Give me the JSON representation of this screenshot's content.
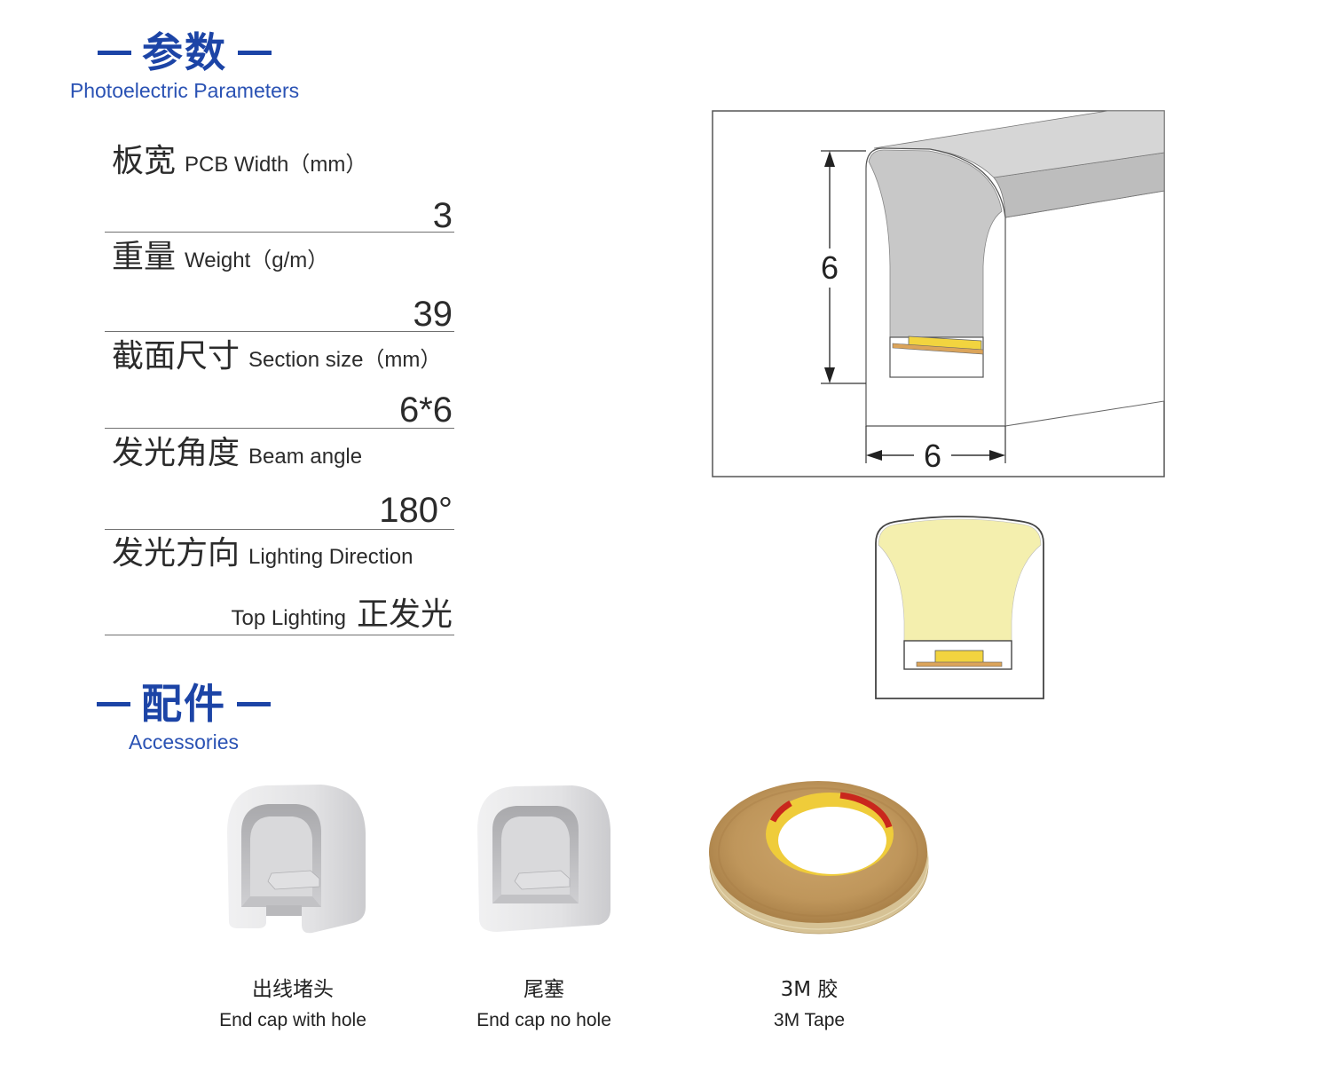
{
  "params_section": {
    "title_cn": "参数",
    "title_en": "Photoelectric Parameters",
    "rows": [
      {
        "label_cn": "板宽",
        "label_en": "PCB Width（mm）",
        "value": "3"
      },
      {
        "label_cn": "重量",
        "label_en": "Weight（g/m）",
        "value": "39"
      },
      {
        "label_cn": "截面尺寸",
        "label_en": "Section size（mm）",
        "value": "6*6"
      },
      {
        "label_cn": "发光角度",
        "label_en": "Beam angle",
        "value": "180°"
      },
      {
        "label_cn": "发光方向",
        "label_en": "Lighting Direction",
        "value_en": "Top Lighting",
        "value_cn": "正发光"
      }
    ]
  },
  "profile_drawing": {
    "height_label": "6",
    "width_label": "6"
  },
  "accessories_section": {
    "title_cn": "配件",
    "title_en": "Accessories",
    "items": [
      {
        "name_cn": "出线堵头",
        "name_en": "End cap with hole",
        "image": "end-cap-with-hole"
      },
      {
        "name_cn": "尾塞",
        "name_en": "End cap no hole",
        "image": "end-cap-no-hole"
      },
      {
        "name_cn": "3M 胶",
        "name_en": "3M Tape",
        "image": "3m-tape-roll"
      }
    ]
  },
  "colors": {
    "heading_blue": "#1c44a6",
    "subtitle_blue": "#2a52b4",
    "text": "#2b2b2b",
    "rule_line": "#707070",
    "diffuser_yellow": "#f4efae",
    "led_yellow": "#f2d43f",
    "pcb_copper": "#dba45a",
    "profile_grey": "#c8c8c8"
  }
}
